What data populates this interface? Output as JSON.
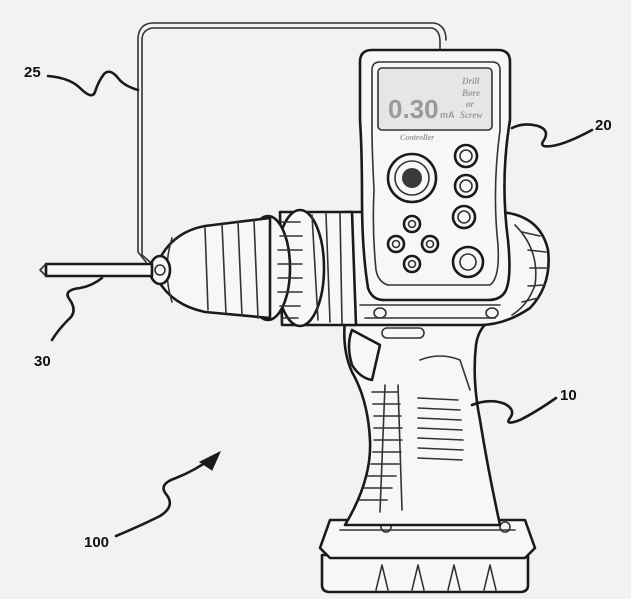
{
  "figure": {
    "reference_labels": {
      "tool": "100",
      "handle": "10",
      "controller": "20",
      "cable": "25",
      "probe": "30"
    },
    "display": {
      "reading": "0.30",
      "unit": "mA",
      "side_text": [
        "Drill",
        "Bore",
        "or",
        "Screw"
      ],
      "brand": "Controller"
    }
  }
}
